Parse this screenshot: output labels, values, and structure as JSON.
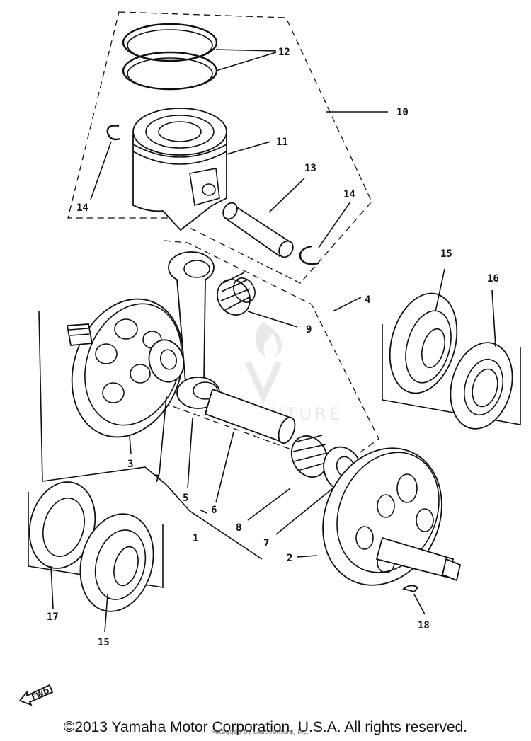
{
  "callouts": {
    "c1": "1",
    "c2": "2",
    "c3": "3",
    "c4": "4",
    "c5": "5",
    "c6": "6",
    "c7a": "7",
    "c7b": "7",
    "c8": "8",
    "c9": "9",
    "c10": "10",
    "c11": "11",
    "c12": "12",
    "c13": "13",
    "c14a": "14",
    "c14b": "14",
    "c15a": "15",
    "c15b": "15",
    "c16": "16",
    "c17": "17",
    "c18": "18"
  },
  "fwd_label": "FWD",
  "watermark": "ADVENTURE",
  "watermark_sub": "Retagged by Leadventure, Inc.",
  "copyright": "©2013 Yamaha Motor Corporation, U.S.A. All rights reserved."
}
